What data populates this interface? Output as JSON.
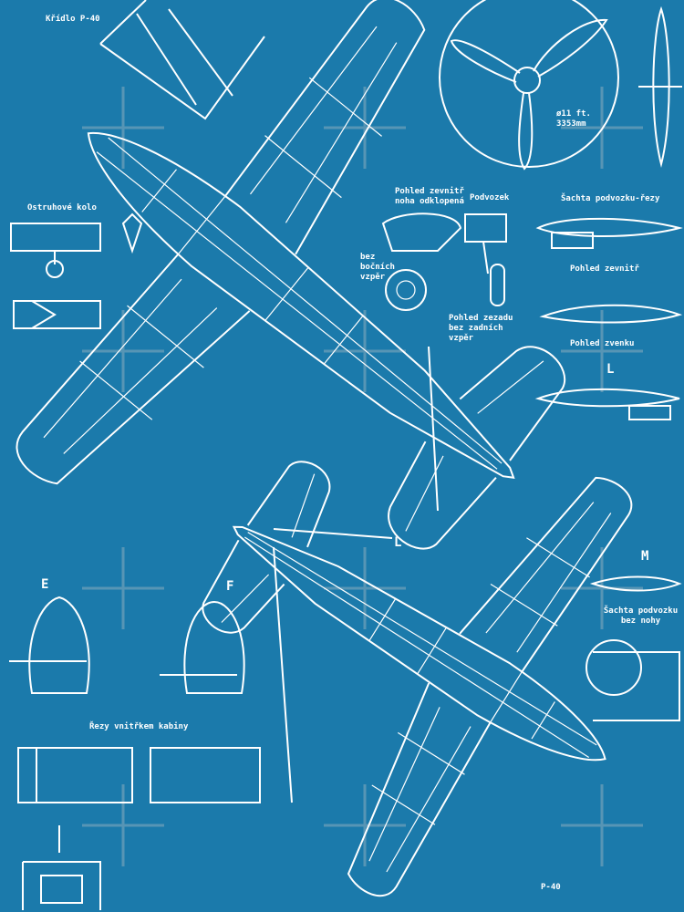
{
  "colors": {
    "background": "#1b7aab",
    "lines": "#ffffff"
  },
  "labels": {
    "wing_title": "Křídlo P-40",
    "tail_wheel": "Ostruhové kolo",
    "inside_view_leg": "Pohled zevnitř noha odklopená",
    "undercarriage": "Podvozek",
    "no_side_struts": "bez bočních vzpěr",
    "rear_view": "Pohled zezadu bez zadních vzpěr",
    "well_sections": "Šachta podvozku-řezy",
    "inside_view": "Pohled zevnitř",
    "outside_view": "Pohled zvenku",
    "section_L1": "L",
    "section_L2": "L",
    "section_M": "M",
    "well_no_leg": "Šachta podvozku bez nohy",
    "prop_diameter": "ø11 ft. 3353mm",
    "section_E": "E",
    "section_F": "F",
    "cockpit_sections": "Řezy vnitřkem kabiny",
    "model_bottom": "P-40"
  }
}
